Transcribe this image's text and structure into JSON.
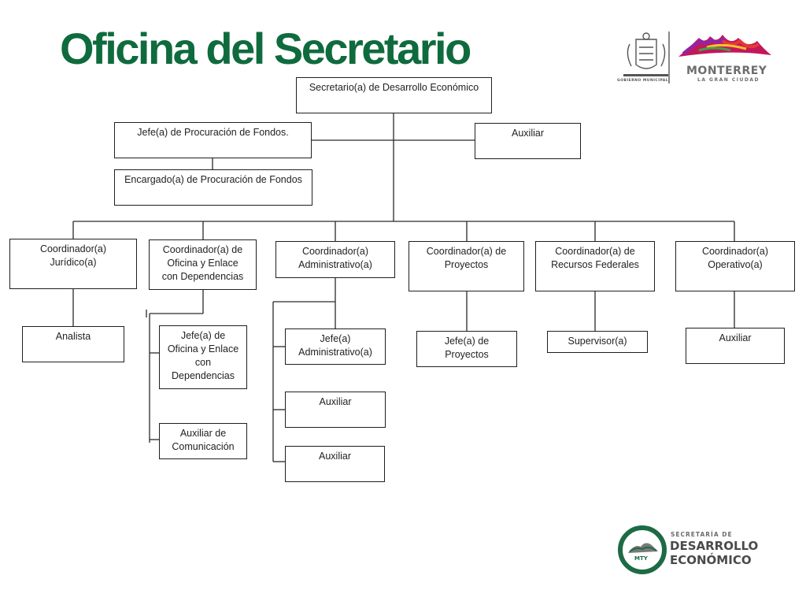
{
  "page": {
    "title": "Oficina del Secretario"
  },
  "nodes": {
    "secretario": "Secretario(a) de Desarrollo Económico",
    "jefe_procuracion": "Jefe(a) de Procuración de Fondos.",
    "auxiliar_top": "Auxiliar",
    "encargado_procuracion": "Encargado(a) de Procuración de Fondos",
    "coord_juridico": [
      "Coordinador(a)",
      "Jurídico(a)"
    ],
    "coord_oficina": [
      "Coordinador(a) de",
      "Oficina y Enlace",
      "con Dependencias"
    ],
    "coord_admin": [
      "Coordinador(a)",
      "Administrativo(a)"
    ],
    "coord_proyectos": [
      "Coordinador(a) de",
      "Proyectos"
    ],
    "coord_recursos": [
      "Coordinador(a) de",
      "Recursos Federales"
    ],
    "coord_operativo": [
      "Coordinador(a)",
      "Operativo(a)"
    ],
    "analista": "Analista",
    "jefe_oficina": [
      "Jefe(a) de",
      "Oficina y Enlace",
      "con",
      "Dependencias"
    ],
    "aux_comunicacion": [
      "Auxiliar de",
      "Comunicación"
    ],
    "jefe_admin": [
      "Jefe(a)",
      "Administrativo(a)"
    ],
    "aux_admin_1": "Auxiliar",
    "aux_admin_2": "Auxiliar",
    "jefe_proyectos": [
      "Jefe(a) de",
      "Proyectos"
    ],
    "supervisor": "Supervisor(a)",
    "aux_operativo": "Auxiliar"
  },
  "logos": {
    "gobierno": "GOBIERNO MUNICIPAL",
    "monterrey": "MONTERREY",
    "monterrey_tagline": "LA GRAN CIUDAD",
    "secretaria_line1": "SECRETARÍA DE",
    "secretaria_line2": "DESARROLLO",
    "secretaria_line3": "ECONÓMICO",
    "mty": "MTY"
  },
  "colors": {
    "title": "#0f6b3d",
    "logo_green": "#1d6b45",
    "logo_gray": "#7a7a7a"
  }
}
